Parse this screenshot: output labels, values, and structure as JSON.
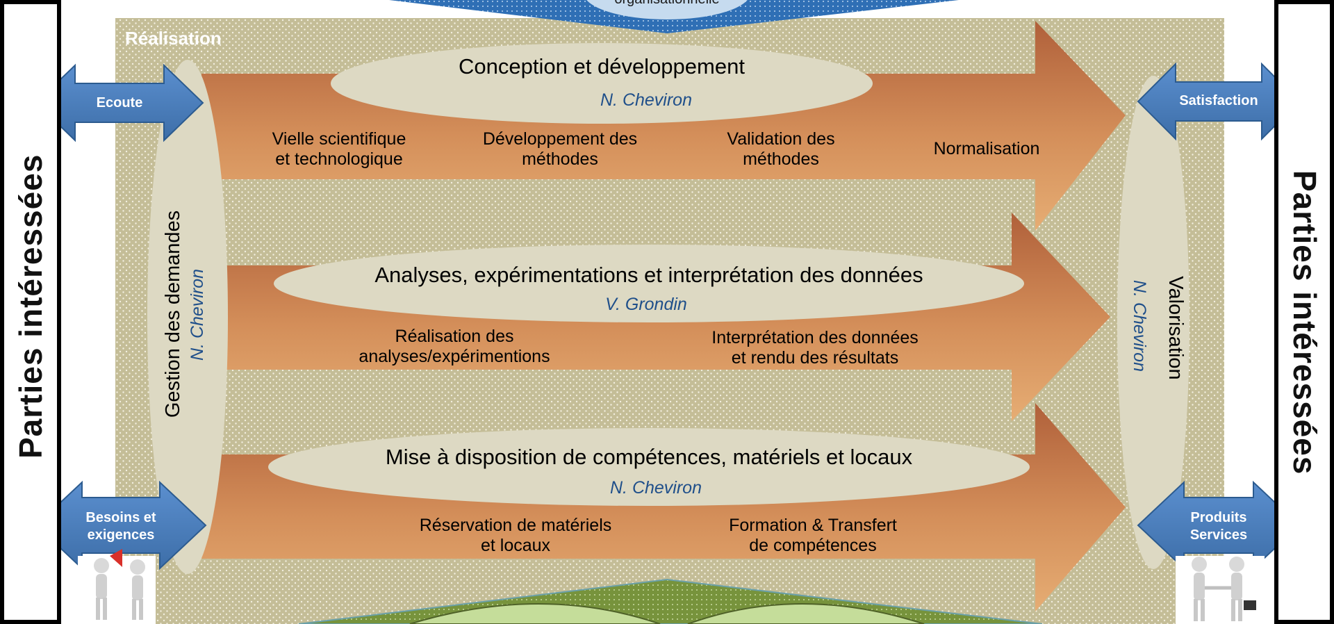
{
  "top_banner": {
    "partial_text": "organisationnelle"
  },
  "left_panel": {
    "title": "Parties intéressées"
  },
  "right_panel": {
    "title": "Parties intéressées"
  },
  "realisation_label": "Réalisation",
  "left_column": {
    "title": "Gestion des demandes",
    "person": "N. Cheviron"
  },
  "right_column": {
    "title": "Valorisation",
    "person": "N. Cheviron"
  },
  "processes": [
    {
      "title": "Conception et développement",
      "person": "N. Cheviron",
      "steps": [
        "Vielle scientifique\net technologique",
        "Développement des\nméthodes",
        "Validation des\nméthodes",
        "Normalisation"
      ]
    },
    {
      "title": "Analyses, expérimentations et interprétation des données",
      "person": "V. Grondin",
      "steps": [
        "Réalisation des\nanalyses/expérimentions",
        "Interprétation des données\net rendu des résultats"
      ]
    },
    {
      "title": "Mise à disposition de compétences, matériels et locaux",
      "person": "N. Cheviron",
      "steps": [
        "Réservation de matériels\net locaux",
        "Formation & Transfert\nde compétences"
      ]
    }
  ],
  "double_arrows": {
    "ecoute": "Ecoute",
    "satisfaction": "Satisfaction",
    "besoins": "Besoins et\nexigences",
    "produits": "Produits\nServices"
  },
  "colors": {
    "process_arrow_dark": "#b5643a",
    "process_arrow_light": "#e3a66c",
    "ellipse": "#ddd9c3",
    "background_dots": "#c4bd97",
    "blue_arrow": "#4f81bd",
    "person_text": "#1f4f8a",
    "green_bottom": "#77933c"
  }
}
